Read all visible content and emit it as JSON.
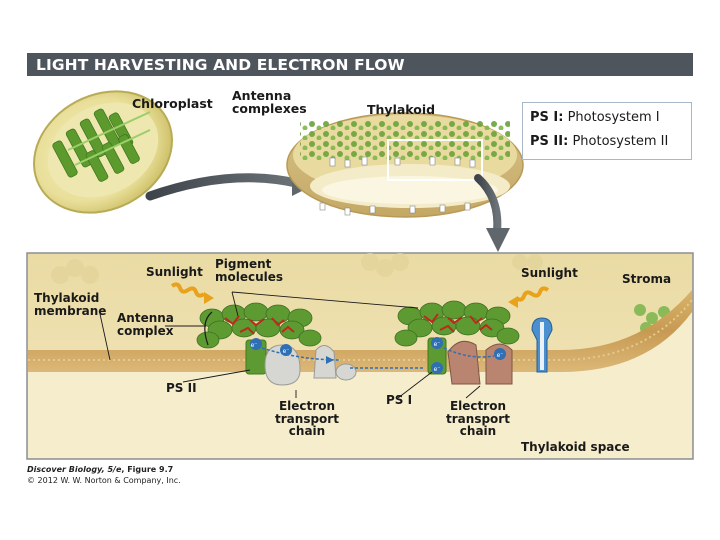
{
  "title": "LIGHT HARVESTING AND ELECTRON FLOW",
  "legend": {
    "ps1_abbr": "PS I:",
    "ps1_name": "Photosystem I",
    "ps2_abbr": "PS II:",
    "ps2_name": "Photosystem II"
  },
  "top_labels": {
    "chloroplast": "Chloroplast",
    "antenna_complexes_1": "Antenna",
    "antenna_complexes_2": "complexes",
    "thylakoid": "Thylakoid"
  },
  "detail_labels": {
    "sunlight_left": "Sunlight",
    "pigment_1": "Pigment",
    "pigment_2": "molecules",
    "sunlight_right": "Sunlight",
    "stroma": "Stroma",
    "thylakoid_membrane_1": "Thylakoid",
    "thylakoid_membrane_2": "membrane",
    "antenna_complex_1": "Antenna",
    "antenna_complex_2": "complex",
    "ps2": "PS II",
    "etc_left_1": "Electron transport",
    "etc_left_2": "chain",
    "ps1": "PS I",
    "etc_right_1": "Electron transport",
    "etc_right_2": "chain",
    "thylakoid_space": "Thylakoid space",
    "electron": "e⁻"
  },
  "credit": {
    "book": "Discover Biology, 5/e",
    "figure": "Figure 9.7",
    "copyright": "© 2012 W. W. Norton & Company, Inc."
  },
  "colors": {
    "title_bar": "#4e555c",
    "stroma": "#efe2b0",
    "membrane": "#c9a05a",
    "green": "#5e9a32",
    "light_green": "#8fc25a",
    "ps1_brown": "#b98570",
    "blue_protein": "#4a8fd0"
  }
}
